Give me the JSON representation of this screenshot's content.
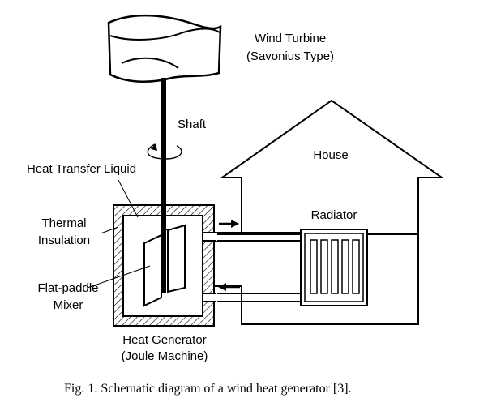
{
  "labels": {
    "turbine_line1": "Wind Turbine",
    "turbine_line2": "(Savonius Type)",
    "shaft": "Shaft",
    "house": "House",
    "liquid": "Heat Transfer Liquid",
    "insulation_line1": "Thermal",
    "insulation_line2": "Insulation",
    "radiator": "Radiator",
    "mixer_line1": "Flat-paddle",
    "mixer_line2": "Mixer",
    "generator_line1": "Heat Generator",
    "generator_line2": "(Joule Machine)"
  },
  "caption": "Fig. 1.  Schematic diagram of a wind heat generator [3]."
}
